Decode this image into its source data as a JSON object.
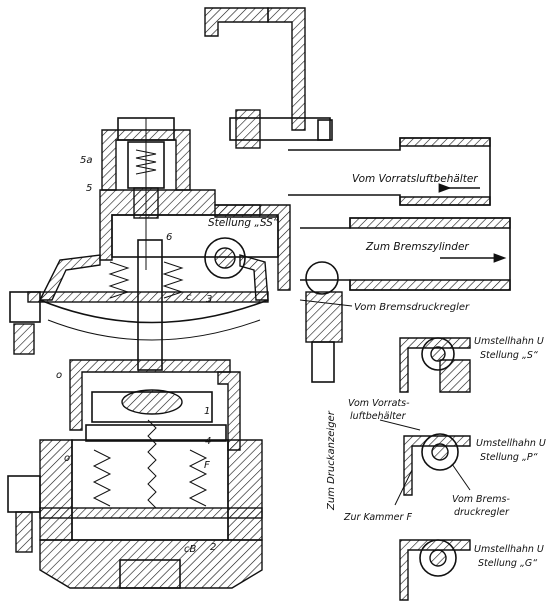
{
  "labels": {
    "vom_vorratsluftbehaelter": "Vom Vorratsluftbehälter",
    "zum_bremszylinder": "Zum Bremszylinder",
    "stellung_ss": "Stellung „SS“",
    "vom_bremsdruckregler": "Vom Bremsdruckregler",
    "zum_druckanzeiger": "Zum Druckanzeiger",
    "vom_vorrats_line1": "Vom Vorrats-",
    "vom_vorrats_line2": "luftbehälter",
    "zur_kammer_f": "Zur Kammer F",
    "vom_brems_line1": "Vom Brems-",
    "vom_brems_line2": "druckregler",
    "umstellhahn_s_line1": "Umstellhahn U",
    "umstellhahn_s_line2": "Stellung „S“",
    "umstellhahn_p_line1": "Umstellhahn U",
    "umstellhahn_p_line2": "Stellung „P“",
    "umstellhahn_g_line1": "Umstellhahn U",
    "umstellhahn_g_line2": "Stellung „G“"
  },
  "part_marks": {
    "m5a": "5a",
    "m5": "5",
    "m6": "6",
    "mc": "c",
    "m3": "3",
    "m1": "1",
    "m4": "4",
    "mf": "F",
    "mcb": "cB",
    "m2": "2",
    "mo1": "o",
    "mo2": "o"
  }
}
